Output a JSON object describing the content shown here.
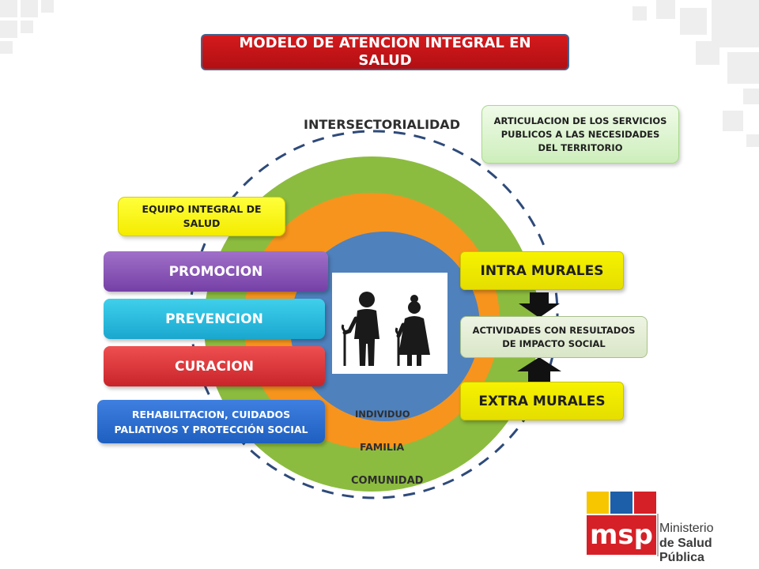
{
  "title": "MODELO DE ATENCION INTEGRAL EN SALUD",
  "ring_labels": {
    "outer": "INTERSECTORIALIDAD",
    "individual": "INDIVIDUO",
    "family": "FAMILIA",
    "community": "COMUNIDAD"
  },
  "notes": {
    "articulation": "ARTICULACION  DE LOS SERVICIOS PUBLICOS A LAS NECESIDADES  DEL TERRITORIO",
    "team": "EQUIPO INTEGRAL DE SALUD"
  },
  "services": {
    "promotion": "PROMOCION",
    "prevention": "PREVENCION",
    "cure": "CURACION",
    "rehab": "REHABILITACION, CUIDADOS PALIATIVOS Y PROTECCIÓN SOCIAL"
  },
  "modalities": {
    "intra": "INTRA  MURALES",
    "activities": "ACTIVIDADES CON RESULTADOS DE IMPACTO SOCIAL",
    "extra": "EXTRA MURALES"
  },
  "logo": {
    "mark": "msp",
    "line1": "Ministerio",
    "line2": "de Salud Pública"
  },
  "colors": {
    "title_red": "#c4161c",
    "community_green": "#8cbc3f",
    "family_orange": "#f7941d",
    "individual_blue": "#4f81bd",
    "dash_navy": "#2e4a7a",
    "promotion_purple": "#8a55b8",
    "prevention_cyan": "#2bbde0",
    "cure_red": "#dd3a3c",
    "rehab_blue": "#2f6fd3",
    "label_yellow": "#f2ee00"
  },
  "icons": [
    "elderly-man-with-cane-icon",
    "elderly-woman-with-cane-icon",
    "arrow-down-icon",
    "arrow-up-icon"
  ]
}
